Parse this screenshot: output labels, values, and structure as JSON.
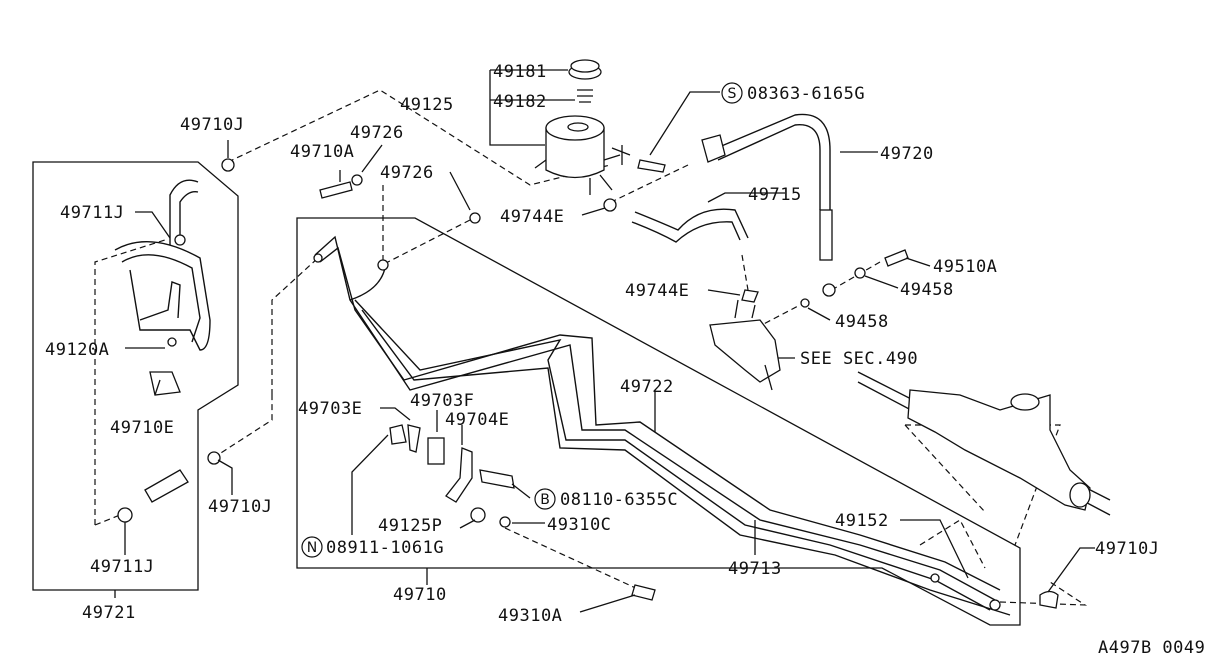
{
  "diagram": {
    "labels": {
      "p49181": "49181",
      "p49182": "49182",
      "p49125": "49125",
      "p08363": "08363-6165G",
      "p49710J_top": "49710J",
      "p49726_a": "49726",
      "p49710A": "49710A",
      "p49726_b": "49726",
      "p49720": "49720",
      "p49715": "49715",
      "p49744E_a": "49744E",
      "p49711J_a": "49711J",
      "p49510A": "49510A",
      "p49458_a": "49458",
      "p49744E_b": "49744E",
      "p49458_b": "49458",
      "p49120A": "49120A",
      "see_sec": "SEE SEC.490",
      "p49722": "49722",
      "p49703F": "49703F",
      "p49703E": "49703E",
      "p49704E": "49704E",
      "p49710E": "49710E",
      "p08110": "08110-6355C",
      "p49710J_mid": "49710J",
      "p49152": "49152",
      "p49125P": "49125P",
      "p49310C": "49310C",
      "p08911": "08911-1061G",
      "p49713": "49713",
      "p49711J_b": "49711J",
      "p49710J_right": "49710J",
      "p49710": "49710",
      "p49310A": "49310A",
      "p49721": "49721",
      "code": "A497B 0049"
    },
    "symbols": {
      "s": "S",
      "b": "B",
      "n": "N"
    }
  }
}
